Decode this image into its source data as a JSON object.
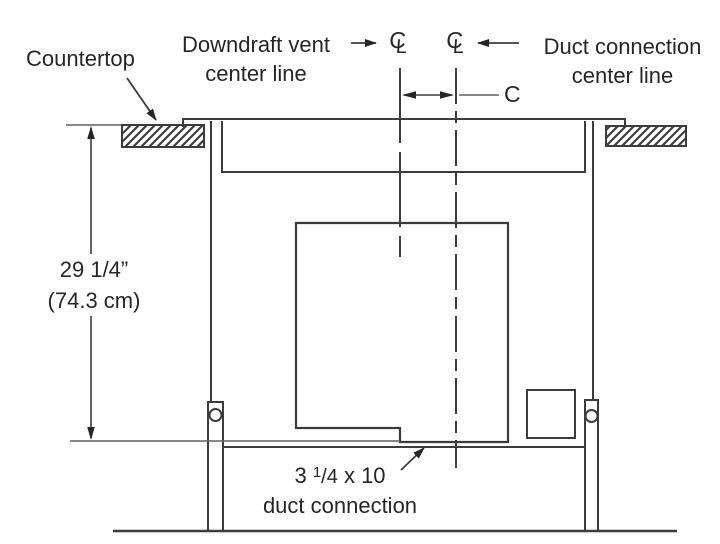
{
  "diagram": {
    "countertop_label": "Countertop",
    "downdraft_cl": {
      "line1": "Downdraft vent",
      "line2": "center line"
    },
    "duct_cl": {
      "line1": "Duct connection",
      "line2": "center line"
    },
    "offset_label": "C",
    "height_dim": {
      "inches": "29 1/4”",
      "cm": "(74.3 cm)"
    },
    "duct_size": {
      "whole": "3",
      "sup_num": "1",
      "denom": "/4",
      "rest": " x 10",
      "line2": "duct connection"
    },
    "centerline_symbol": {
      "top": "C",
      "bottom": "L"
    }
  },
  "colors": {
    "line": "#3c3c3c",
    "text": "#262626",
    "background": "#ffffff"
  }
}
